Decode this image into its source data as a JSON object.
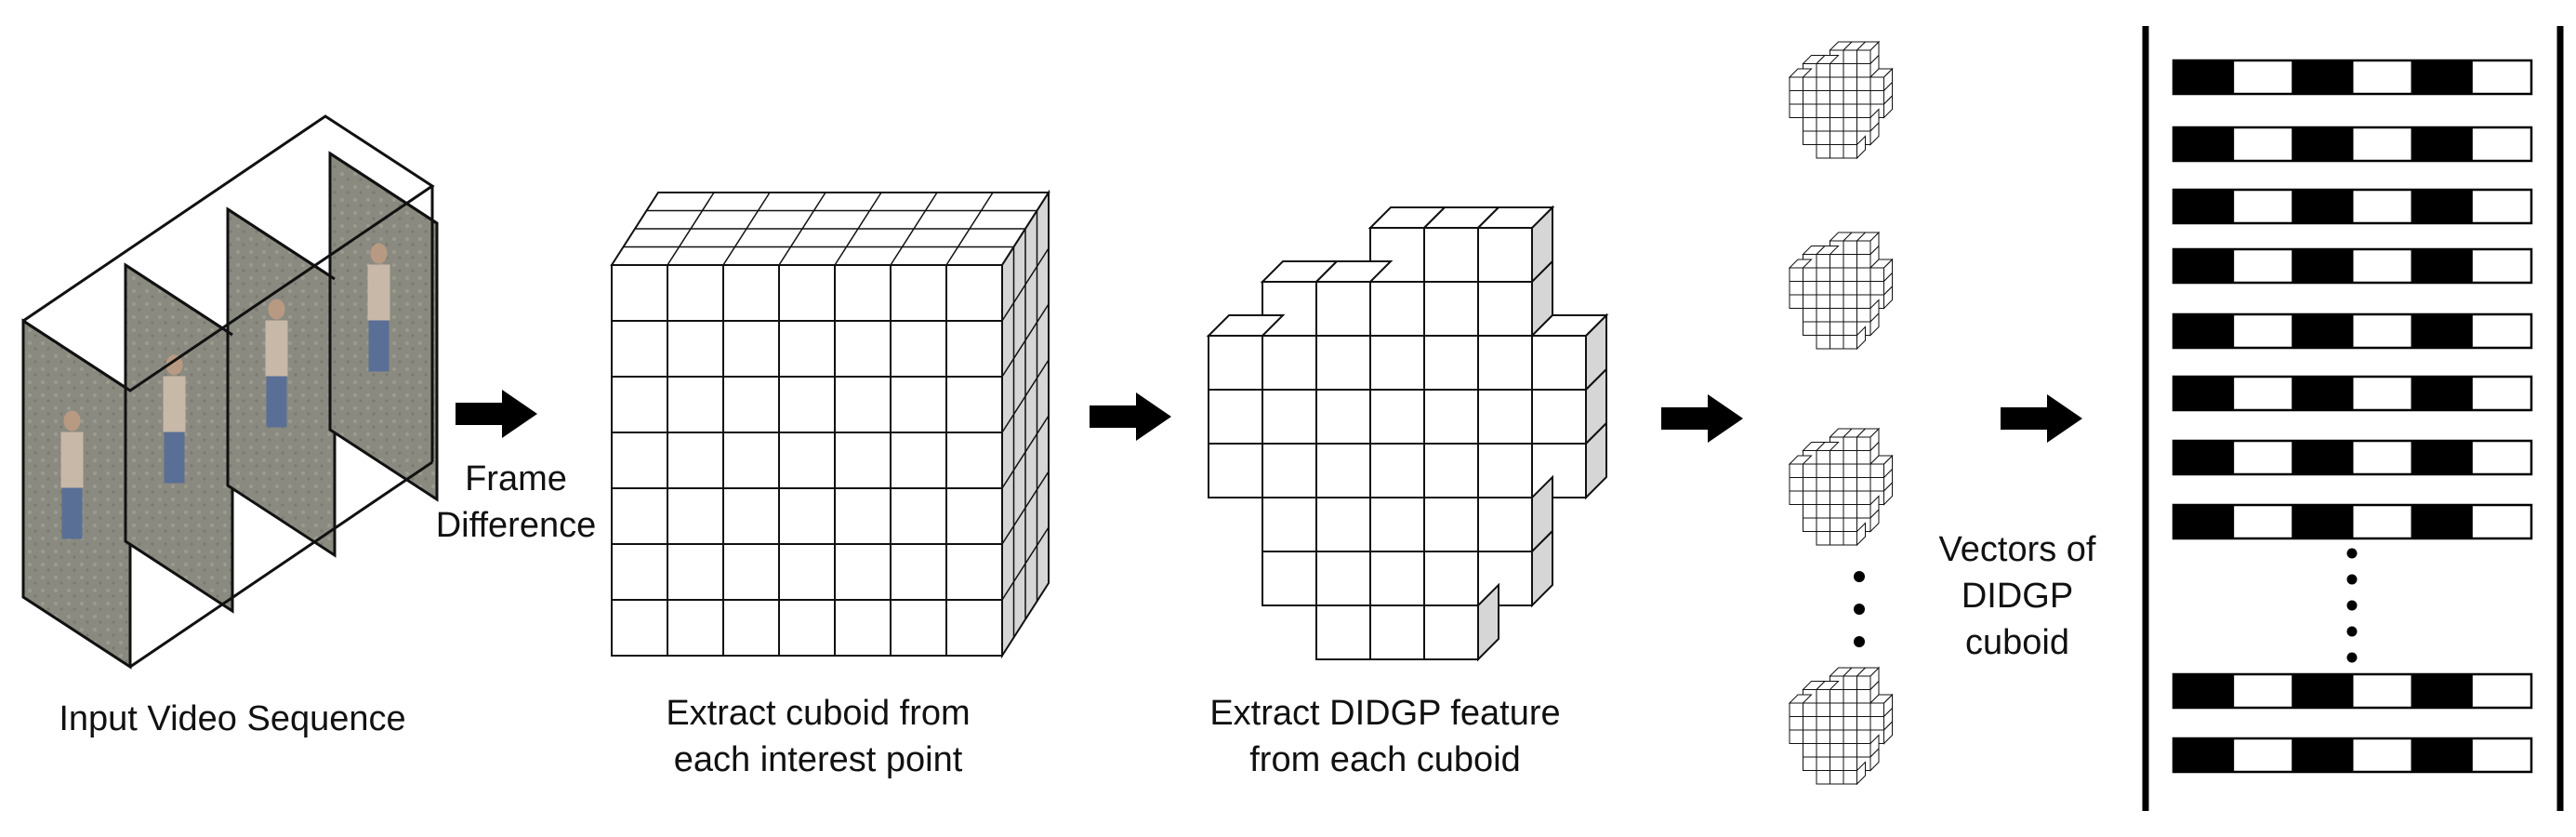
{
  "labels": {
    "input_video": "Input Video Sequence",
    "frame_diff_1": "Frame",
    "frame_diff_2": "Difference",
    "cuboid_1": "Extract cuboid from",
    "cuboid_2": "each interest point",
    "didgp_1": "Extract DIDGP feature",
    "didgp_2": "from each cuboid",
    "vectors_1": "Vectors of",
    "vectors_2": "DIDGP",
    "vectors_3": "cuboid"
  },
  "colors": {
    "stroke": "#111111",
    "frame_fill": "#8a8a80",
    "side_face": "#d6d6d6",
    "vector_black": "#000000"
  },
  "icons": [
    "right-arrow-icon",
    "ellipsis-vertical-icon"
  ],
  "vector_pattern": [
    1,
    0,
    1,
    0,
    1,
    0
  ]
}
